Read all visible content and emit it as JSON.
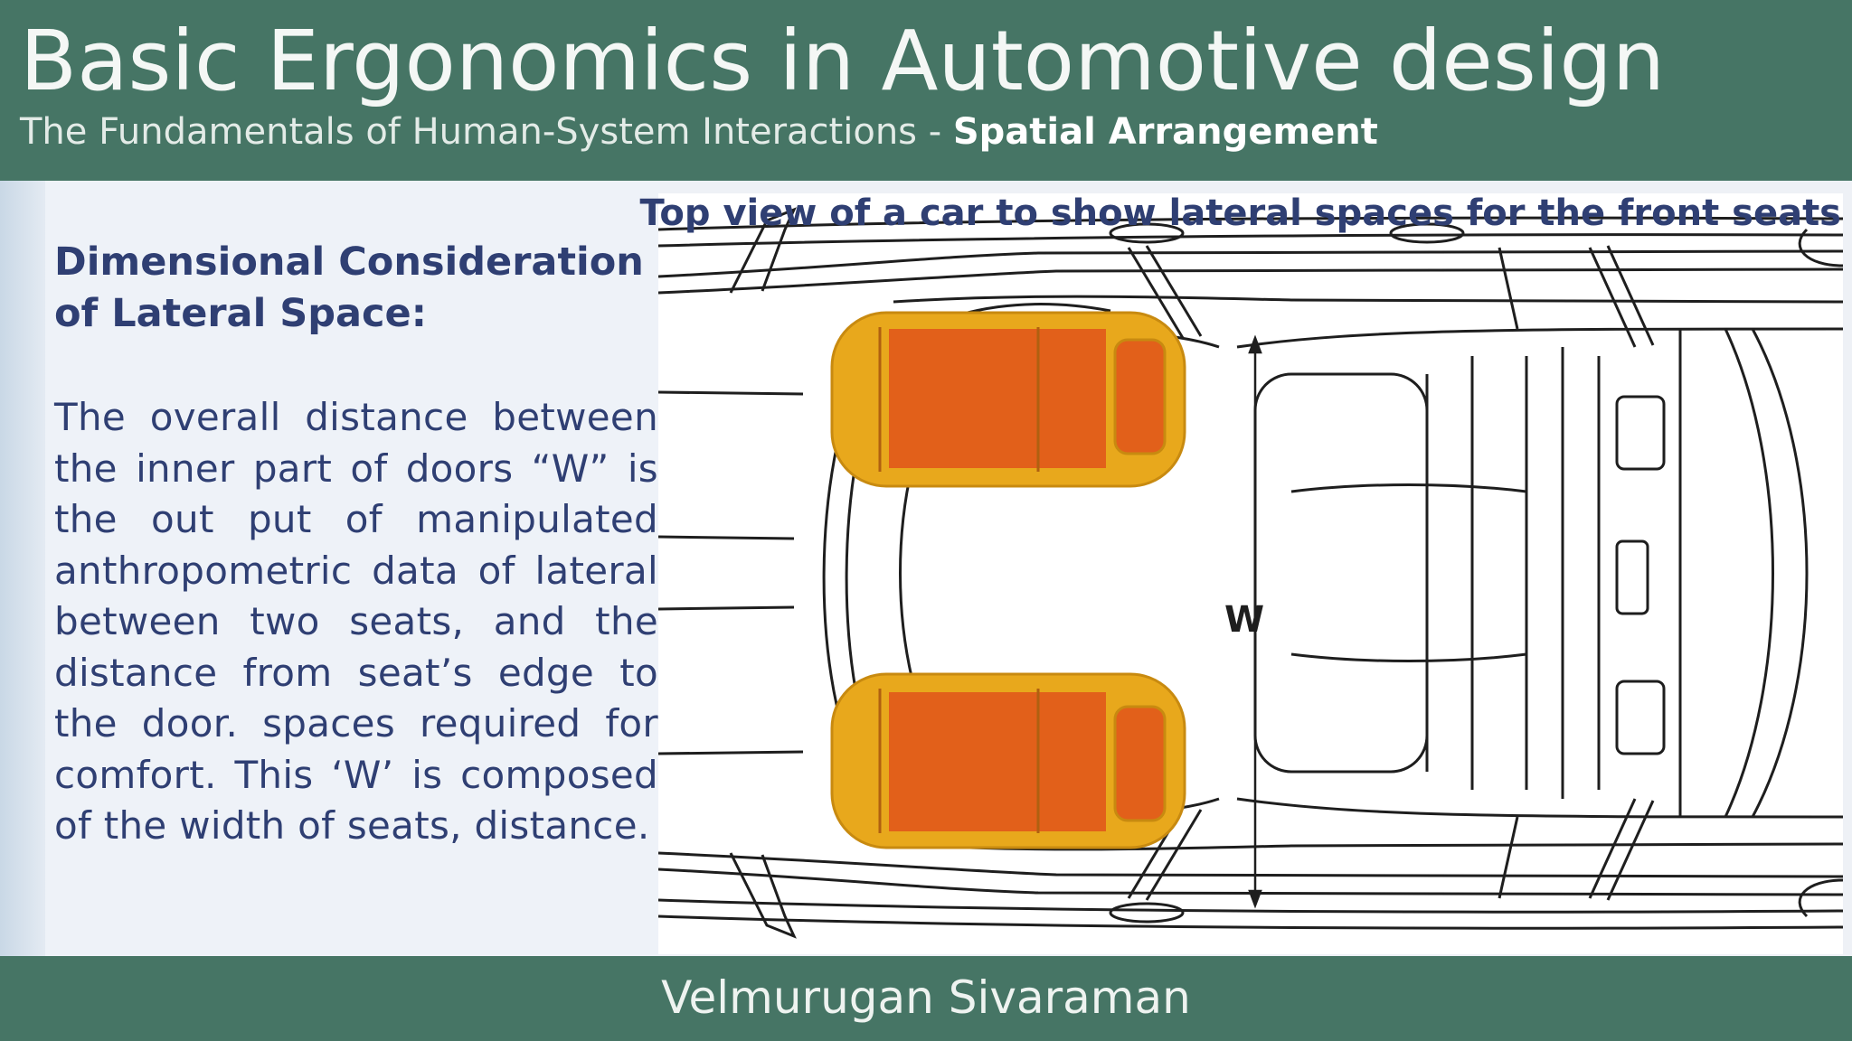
{
  "header": {
    "title": "Basic Ergonomics in Automotive design",
    "subtitle_prefix": "The Fundamentals of Human-System Interactions - ",
    "subtitle_emphasis": "Spatial Arrangement"
  },
  "content": {
    "heading": "Dimensional Consideration of Lateral Space:",
    "body": "The overall distance between the inner part of doors “W” is the out put of manipulated anthropometric data of lateral between two seats, and the distance from seat’s edge to the door. spaces required for comfort. This ‘W’ is composed of the width of seats, distance."
  },
  "figure": {
    "caption": "Top view of a car to show lateral spaces for the front seats",
    "dimension_label": "W"
  },
  "footer": {
    "author": "Velmurugan Sivaraman"
  },
  "colors": {
    "header_bg": "#467565",
    "text_blue": "#2f3f73",
    "seat_outer": "#e8a81c",
    "seat_inner": "#e2601a"
  }
}
